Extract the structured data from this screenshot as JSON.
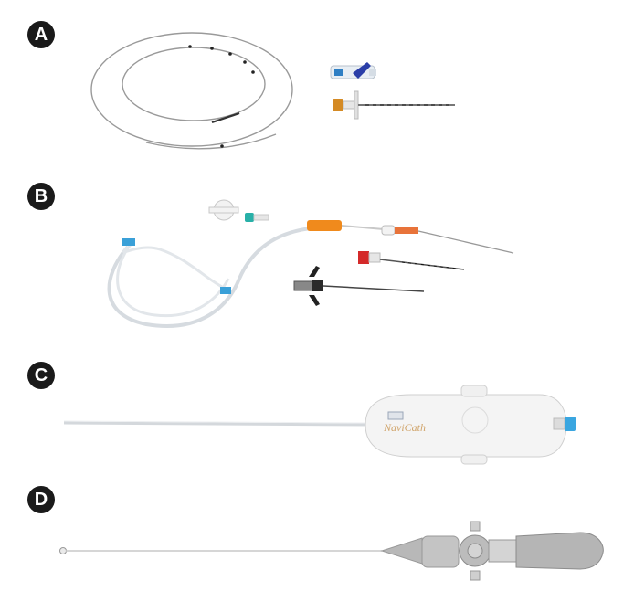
{
  "panels": [
    {
      "label": "A"
    },
    {
      "label": "B"
    },
    {
      "label": "C",
      "device_brand": "NaviCath"
    },
    {
      "label": "D"
    }
  ]
}
